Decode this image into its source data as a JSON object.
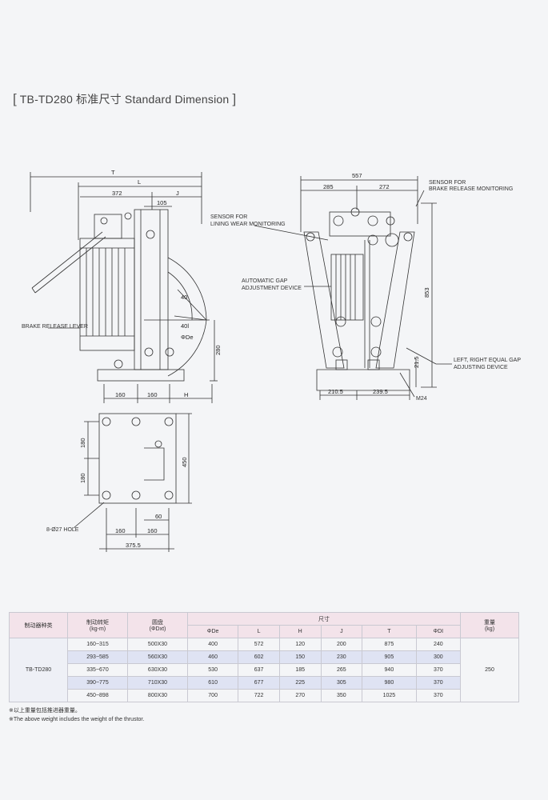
{
  "heading": {
    "open_bracket": "[",
    "title": "TB-TD280 标准尺寸 Standard Dimension",
    "close_bracket": "]"
  },
  "drawing": {
    "labels": {
      "t": "T",
      "l": "L",
      "d372": "372",
      "j": "J",
      "d105": "105",
      "r40": "40",
      "d401": "40l",
      "phi_de": "ΦDe",
      "d280": "280",
      "brake_release_lever": "BRAKE RELEASE LEVER",
      "d160a": "160",
      "d160b": "160",
      "h": "H",
      "d180a": "180",
      "d180b": "180",
      "d450": "450",
      "hole": "8-Ø27 HOLE",
      "d60": "60",
      "d160c": "160",
      "d160d": "160",
      "d375": "375.5",
      "d557": "557",
      "d285": "285",
      "d272": "272",
      "sensor_release_1": "SENSOR FOR",
      "sensor_release_2": "BRAKE RELEASE MONITORING",
      "sensor_wear_1": "SENSOR FOR",
      "sensor_wear_2": "LINING WEAR MONITORING",
      "auto_gap_1": "AUTOMATIC GAP",
      "auto_gap_2": "ADJUSTMENT DEVICE",
      "d853": "853",
      "gap_1": "LEFT, RIGHT EQUAL GAP",
      "gap_2": "ADJUSTING DEVICE",
      "d215": "21.5",
      "d2105": "210.5",
      "d2395": "239.5",
      "m24": "M24"
    }
  },
  "table": {
    "head": {
      "model": "制动器种类",
      "torque": "制动转矩",
      "torque_unit": "(kg-m)",
      "disc": "圆盘",
      "disc_unit": "(ΦDxt)",
      "size": "尺寸",
      "weight": "重量",
      "weight_unit": "(kg)",
      "col_de": "ΦDe",
      "col_l": "L",
      "col_h": "H",
      "col_j": "J",
      "col_t": "T",
      "col_di": "ΦDI"
    },
    "model": "TB-TD280",
    "weight": "250",
    "rows": [
      {
        "torque": "160~315",
        "disc": "500X30",
        "de": "400",
        "l": "572",
        "h": "120",
        "j": "200",
        "t": "875",
        "di": "240"
      },
      {
        "torque": "293~585",
        "disc": "560X30",
        "de": "460",
        "l": "602",
        "h": "150",
        "j": "230",
        "t": "905",
        "di": "300"
      },
      {
        "torque": "335~670",
        "disc": "630X30",
        "de": "530",
        "l": "637",
        "h": "185",
        "j": "265",
        "t": "940",
        "di": "370"
      },
      {
        "torque": "390~775",
        "disc": "710X30",
        "de": "610",
        "l": "677",
        "h": "225",
        "j": "305",
        "t": "980",
        "di": "370"
      },
      {
        "torque": "450~898",
        "disc": "800X30",
        "de": "700",
        "l": "722",
        "h": "270",
        "j": "350",
        "t": "1025",
        "di": "370"
      }
    ]
  },
  "notes": {
    "cn": "※以上重量包括推进器重量。",
    "en": "※The above weight includes the weight of the thrustor."
  }
}
